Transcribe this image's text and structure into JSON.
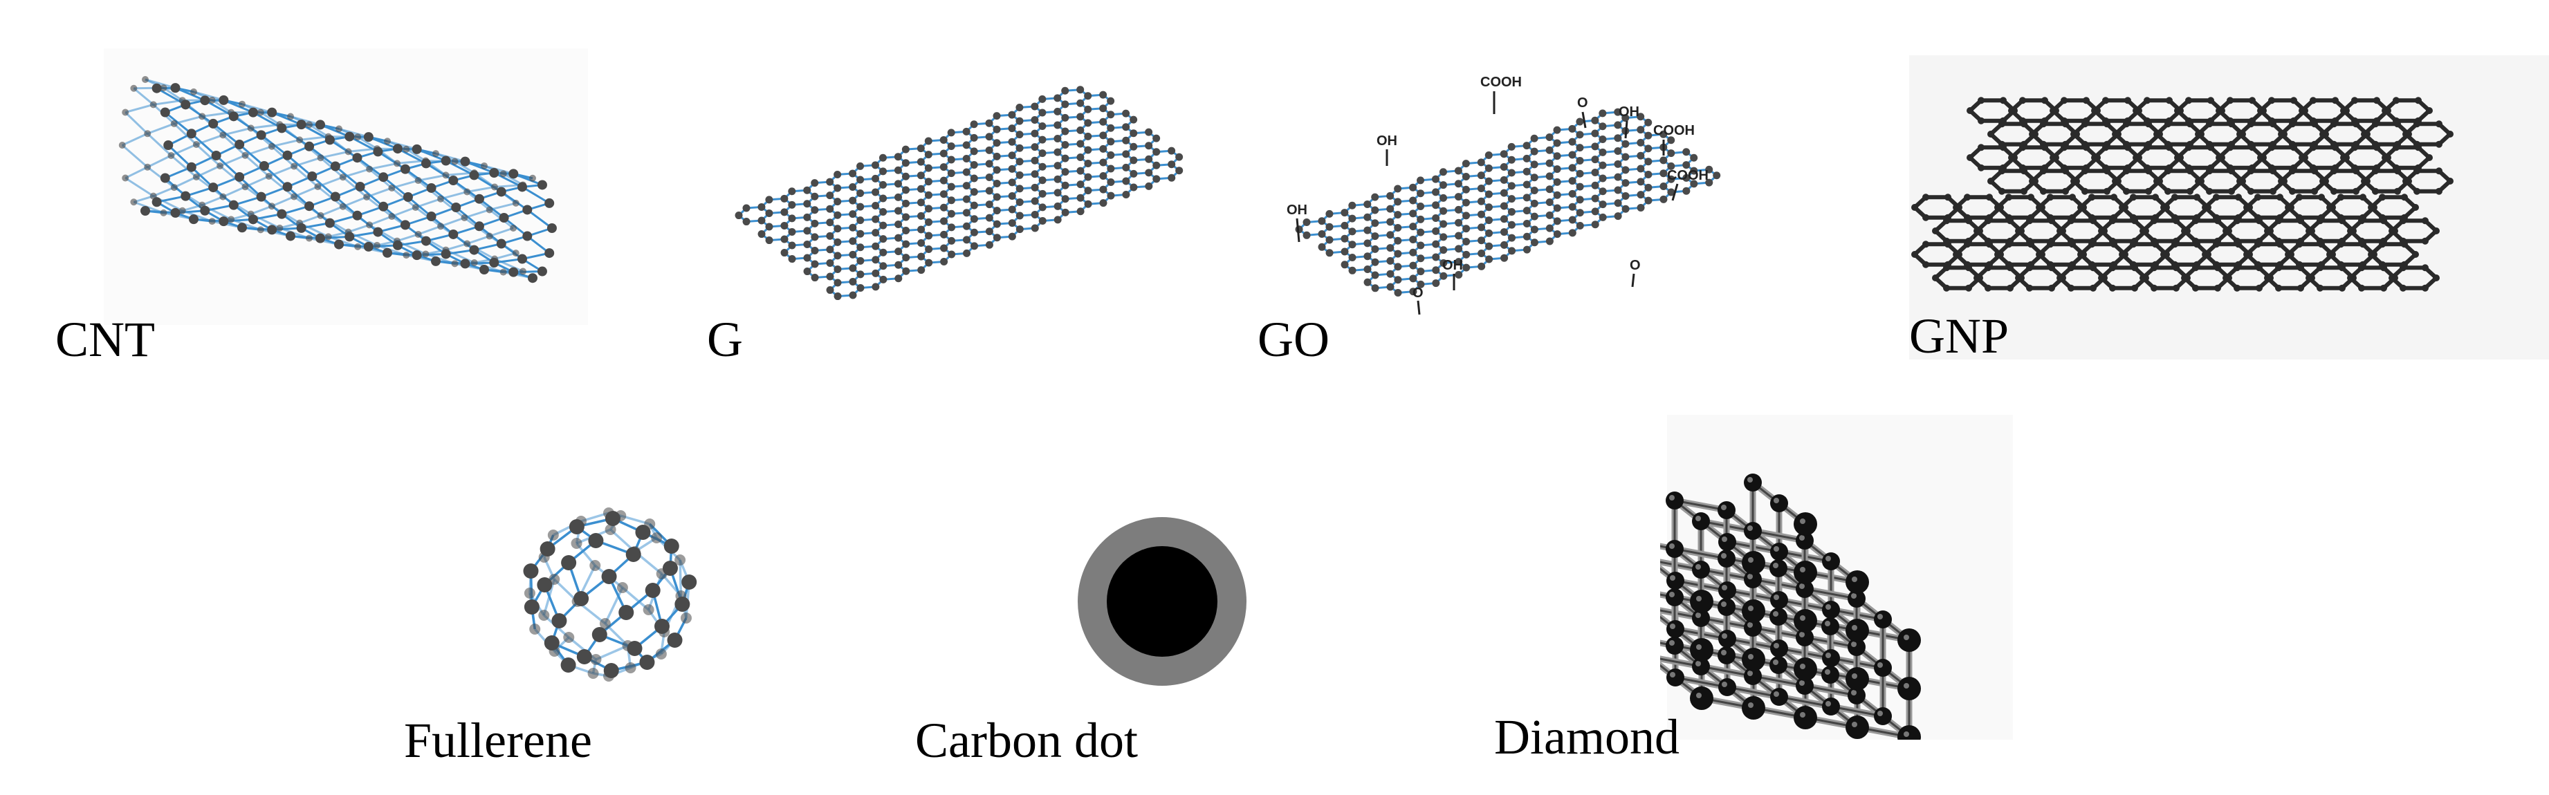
{
  "labels": {
    "cnt": "CNT",
    "g": "G",
    "go": "GO",
    "gnp": "GNP",
    "fullerene": "Fullerene",
    "carbon_dot": "Carbon dot",
    "diamond": "Diamond"
  },
  "go_groups": {
    "cooh": "COOH",
    "oh": "OH",
    "o": "O"
  },
  "colors": {
    "bond_blue": "#3b8fd0",
    "atom_gray": "#4a4a4a",
    "gnp_ring": "#2a2a2a",
    "dot_shell": "#7d7d7d",
    "dot_core": "#000000"
  },
  "icons": {
    "cnt": "carbon-nanotube-icon",
    "g": "graphene-sheet-icon",
    "go": "graphene-oxide-icon",
    "gnp": "graphene-nanoplatelet-icon",
    "fullerene": "fullerene-icon",
    "carbon_dot": "carbon-dot-icon",
    "diamond": "diamond-lattice-icon"
  }
}
